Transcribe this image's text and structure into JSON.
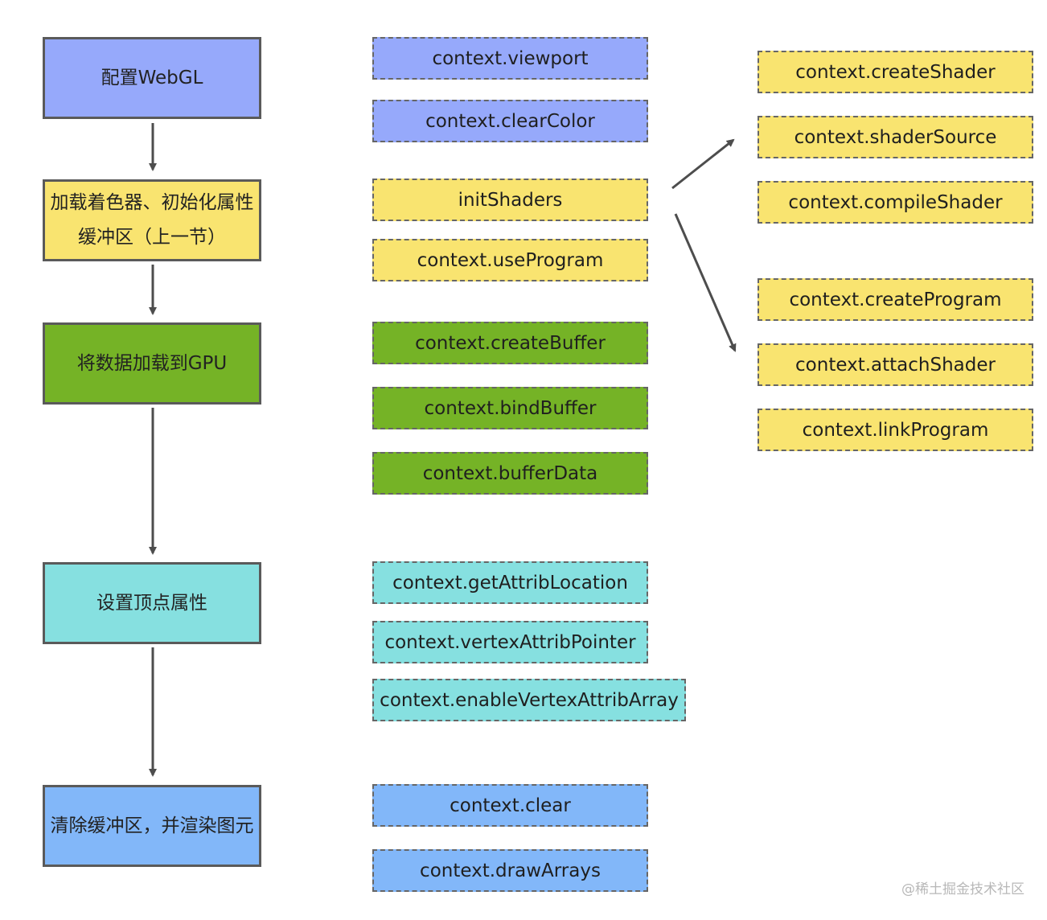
{
  "colors": {
    "periwinkle": "#96a9fb",
    "yellow": "#f9e470",
    "green": "#75b326",
    "cyan": "#86e0e0",
    "blue": "#82b7f9",
    "border": "#5a5a5a",
    "arrow": "#4d4d4d"
  },
  "steps": [
    {
      "label": "配置WebGL"
    },
    {
      "label": "加载着色器、初始化属性缓冲区（上一节）"
    },
    {
      "label": "将数据加载到GPU"
    },
    {
      "label": "设置顶点属性"
    },
    {
      "label": "清除缓冲区，并渲染图元"
    }
  ],
  "calls": {
    "configure": [
      "context.viewport",
      "context.clearColor"
    ],
    "shaders": [
      "initShaders",
      "context.useProgram"
    ],
    "buffers": [
      "context.createBuffer",
      "context.bindBuffer",
      "context.bufferData"
    ],
    "attributes": [
      "context.getAttribLocation",
      "context.vertexAttribPointer",
      "context.enableVertexAttribArray"
    ],
    "render": [
      "context.clear",
      "context.drawArrays"
    ]
  },
  "init_shaders_detail": {
    "shader_calls": [
      "context.createShader",
      "context.shaderSource",
      "context.compileShader"
    ],
    "program_calls": [
      "context.createProgram",
      "context.attachShader",
      "context.linkProgram"
    ]
  },
  "watermark": "@稀土掘金技术社区"
}
